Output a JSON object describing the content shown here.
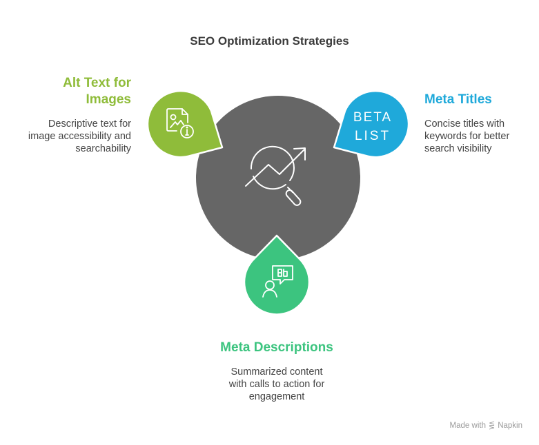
{
  "title": "SEO Optimization Strategies",
  "center": {
    "icon": "search-trend-icon",
    "color": "#666666"
  },
  "items": [
    {
      "heading": "Alt Text for Images",
      "heading_lines": [
        "Alt Text for",
        "Images"
      ],
      "description_lines": [
        "Descriptive text for",
        "image accessibility and",
        "searchability"
      ],
      "icon": "image-info-icon",
      "color": "#8fbc3a"
    },
    {
      "heading": "Meta Titles",
      "description_lines": [
        "Concise titles with",
        "keywords for better",
        "search visibility"
      ],
      "icon": "beta-list-icon",
      "icon_text": [
        "BETA",
        "LIST"
      ],
      "color": "#1fa9da"
    },
    {
      "heading": "Meta Descriptions",
      "description_lines": [
        "Summarized content",
        "with calls to action for",
        "engagement"
      ],
      "icon": "user-speech-icon",
      "color": "#3cc47f"
    }
  ],
  "footer": {
    "made_with": "Made with",
    "brand": "Napkin"
  }
}
